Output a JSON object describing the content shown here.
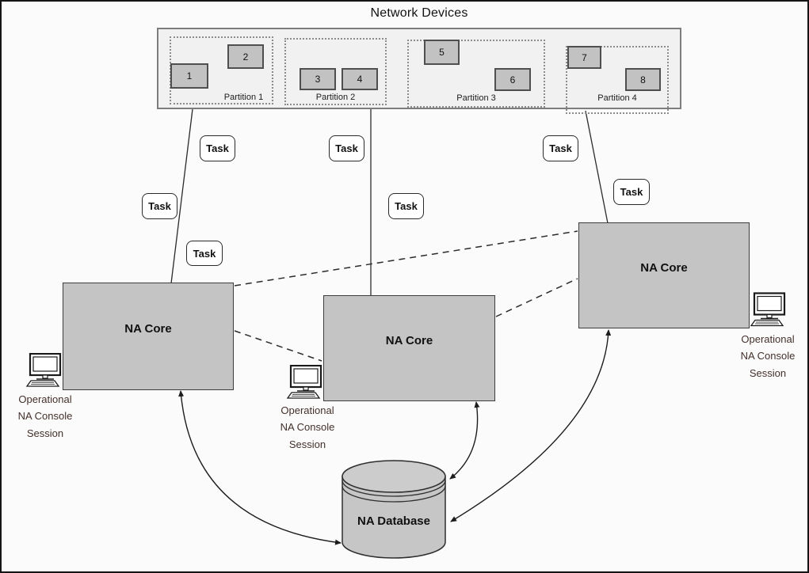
{
  "title": "Network Devices",
  "partitions": [
    {
      "label": "Partition 1"
    },
    {
      "label": "Partition 2"
    },
    {
      "label": "Partition 3"
    },
    {
      "label": "Partition 4"
    }
  ],
  "devices": [
    {
      "id": "1"
    },
    {
      "id": "2"
    },
    {
      "id": "3"
    },
    {
      "id": "4"
    },
    {
      "id": "5"
    },
    {
      "id": "6"
    },
    {
      "id": "7"
    },
    {
      "id": "8"
    }
  ],
  "tasks": [
    {
      "label": "Task"
    },
    {
      "label": "Task"
    },
    {
      "label": "Task"
    },
    {
      "label": "Task"
    },
    {
      "label": "Task"
    },
    {
      "label": "Task"
    },
    {
      "label": "Task"
    }
  ],
  "cores": [
    {
      "label": "NA Core"
    },
    {
      "label": "NA Core"
    },
    {
      "label": "NA Core"
    }
  ],
  "database": {
    "label": "NA Database"
  },
  "consoles": [
    {
      "label": "Operational\nNA Console\nSession"
    },
    {
      "label": "Operational\nNA Console\nSession"
    },
    {
      "label": "Operational\nNA Console\nSession"
    }
  ],
  "colors": {
    "page_bg": "#fbfbfb",
    "panel_fill": "#f1f1f1",
    "panel_border": "#7d7d7d",
    "device_fill": "#c2c2c2",
    "core_fill": "#c4c4c4",
    "database_fill": "#c6c6c6",
    "task_fill": "#ffffff",
    "line": "#2b2b2b",
    "console_text": "#43302a"
  }
}
